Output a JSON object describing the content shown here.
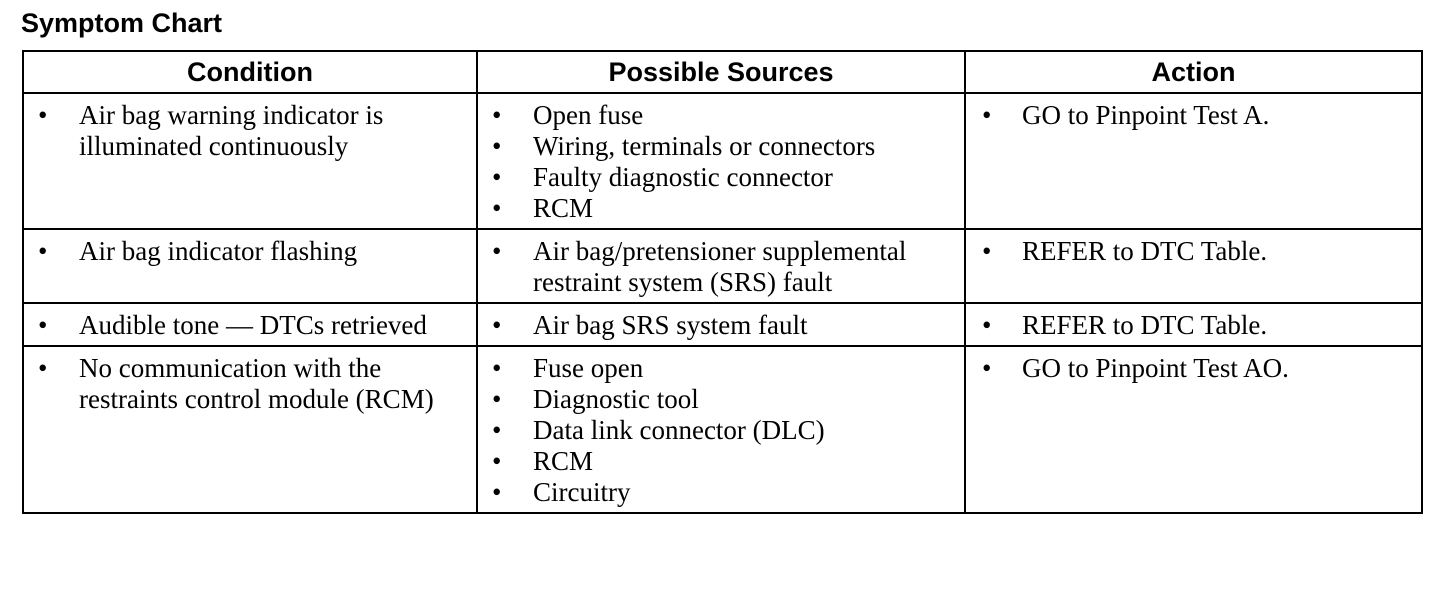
{
  "title": "Symptom Chart",
  "table": {
    "headers": [
      "Condition",
      "Possible Sources",
      "Action"
    ],
    "rows": [
      {
        "condition": [
          "Air bag warning indicator is illuminated continuously"
        ],
        "sources": [
          "Open fuse",
          "Wiring, terminals or connectors",
          "Faulty diagnostic connector",
          "RCM"
        ],
        "action": [
          "GO to Pinpoint Test A."
        ]
      },
      {
        "condition": [
          "Air bag indicator flashing"
        ],
        "sources": [
          "Air bag/pretensioner supplemental restraint system (SRS) fault"
        ],
        "action": [
          "REFER to DTC Table."
        ]
      },
      {
        "condition": [
          "Audible tone — DTCs retrieved"
        ],
        "sources": [
          "Air bag SRS system fault"
        ],
        "action": [
          "REFER to DTC Table."
        ]
      },
      {
        "condition": [
          "No communication with the restraints control module (RCM)"
        ],
        "sources": [
          "Fuse open",
          "Diagnostic tool",
          "Data link connector (DLC)",
          "RCM",
          "Circuitry"
        ],
        "action": [
          "GO to Pinpoint Test AO."
        ]
      }
    ]
  },
  "bullet": "•"
}
